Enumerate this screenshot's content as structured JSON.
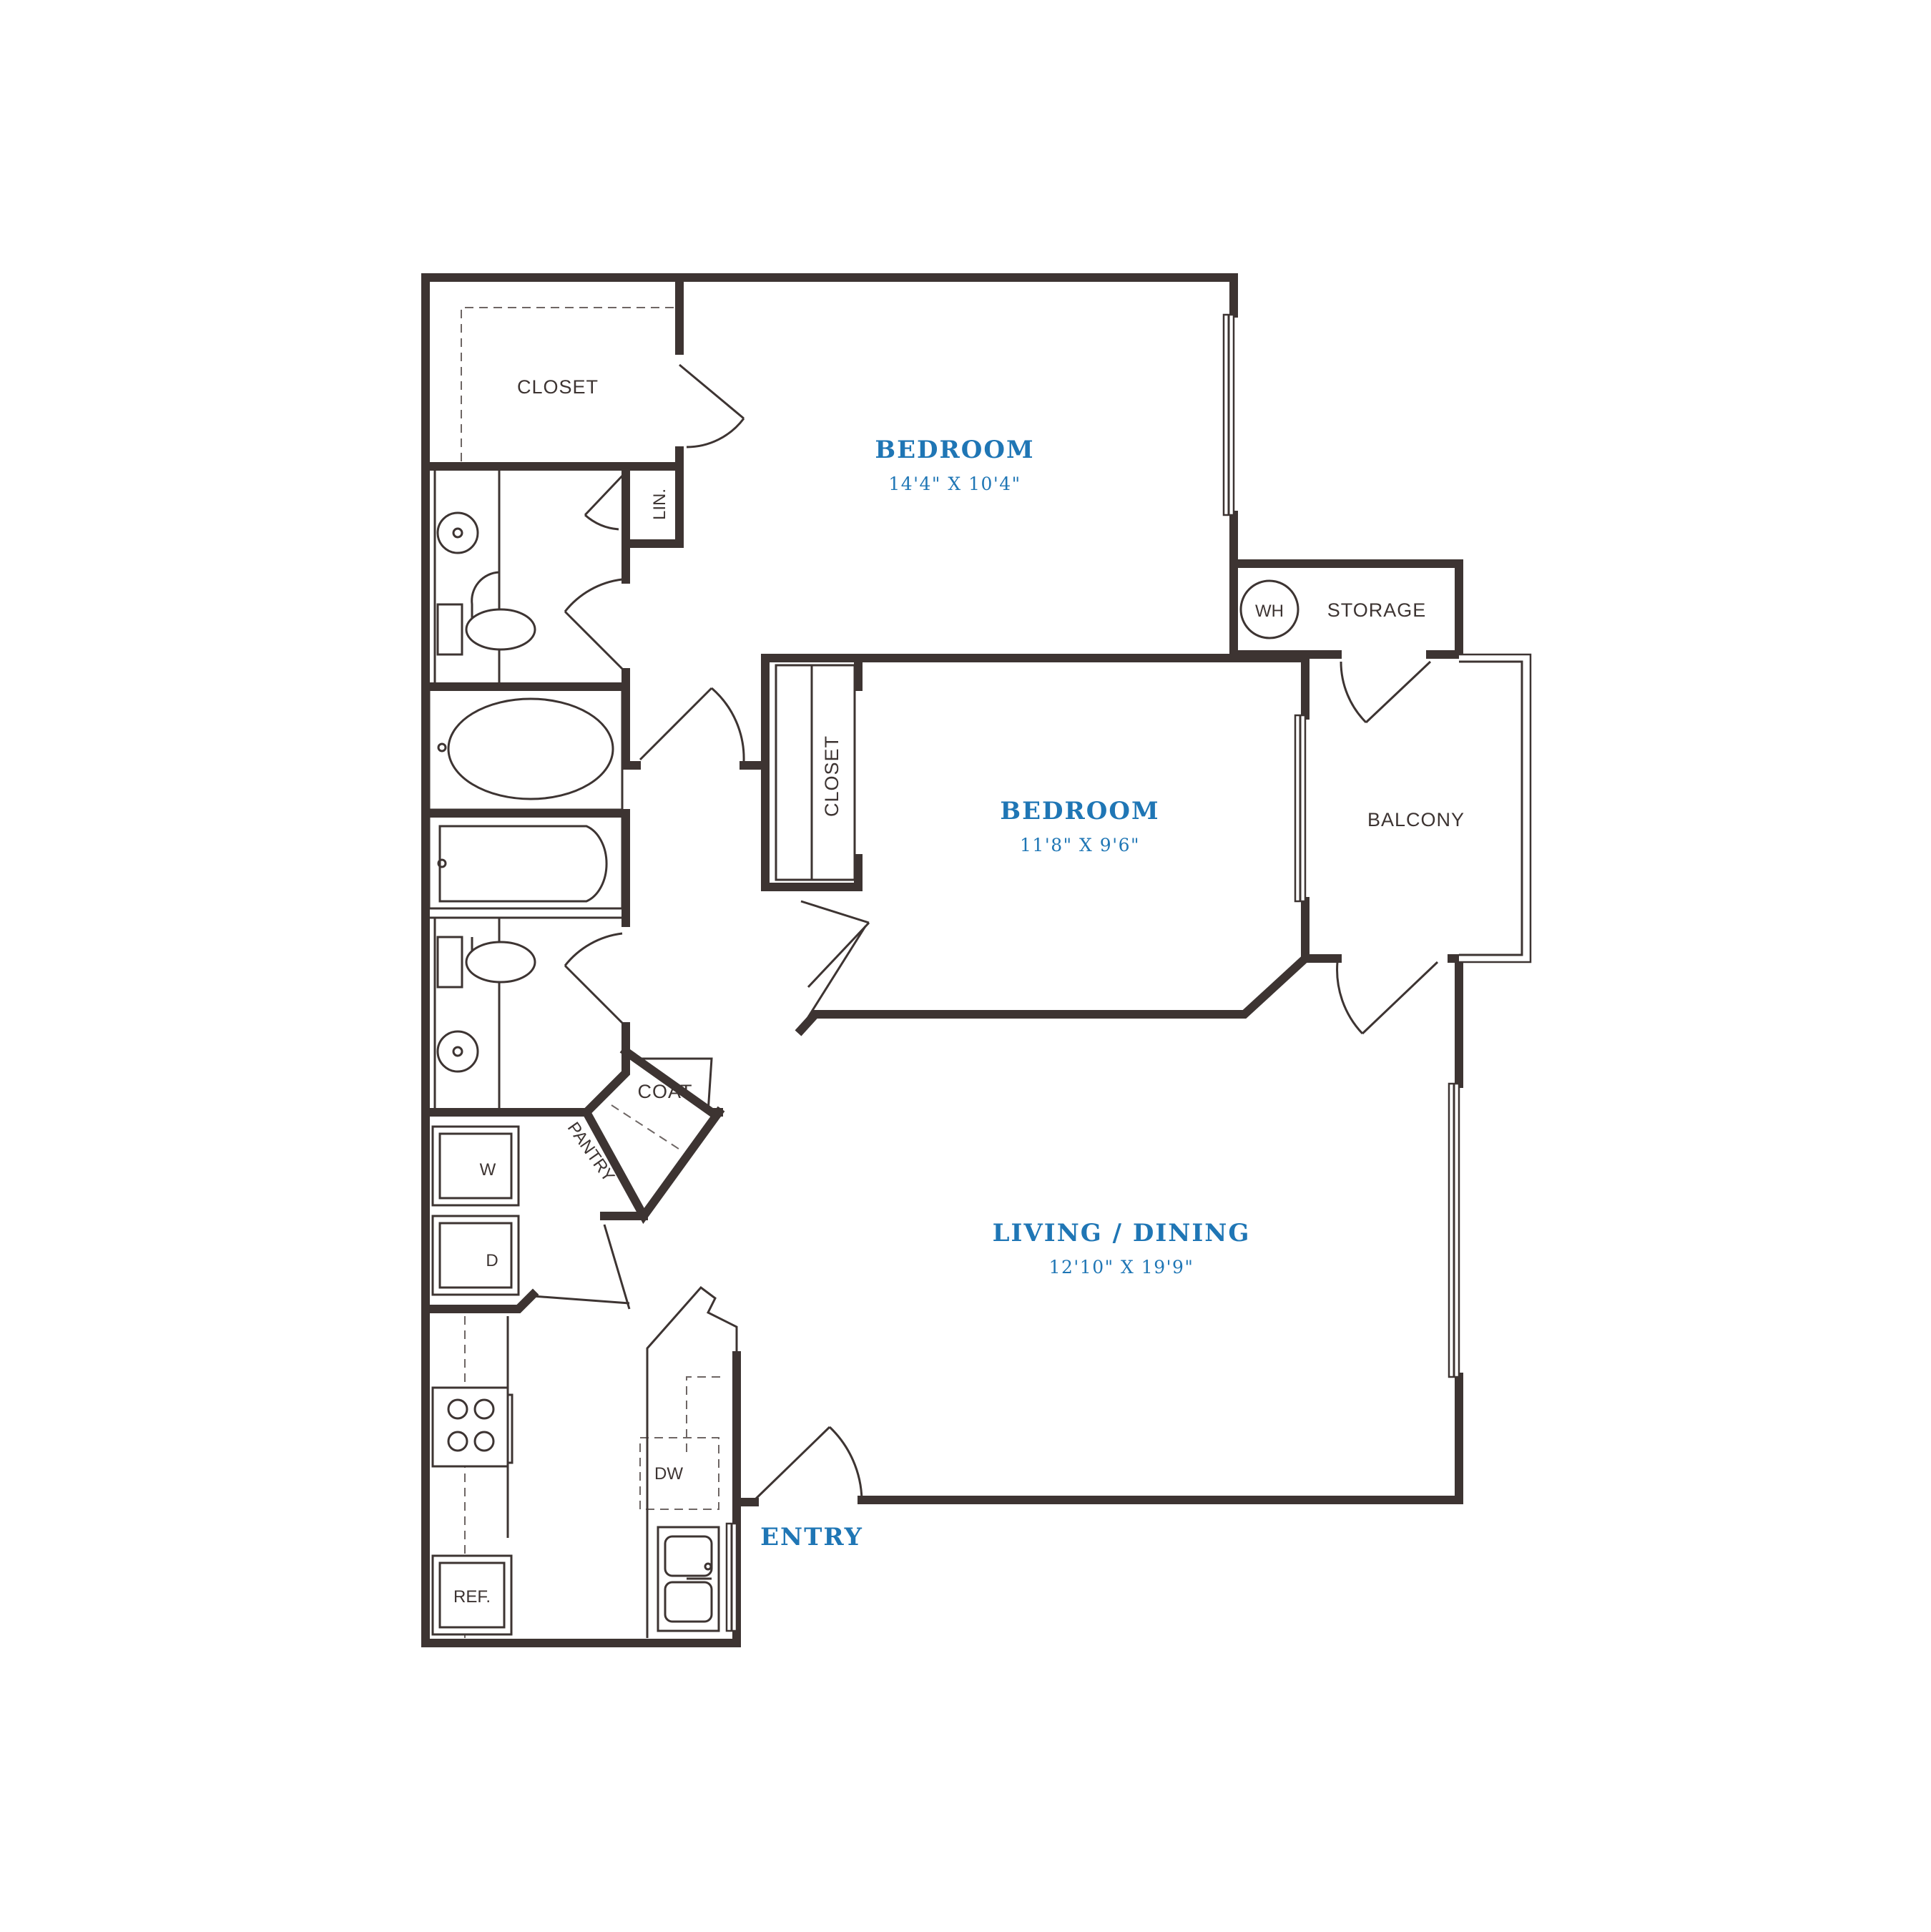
{
  "colors": {
    "wall": "#3d3432",
    "accent": "#1f76b5",
    "background": "#ffffff"
  },
  "rooms": {
    "bedroom1": {
      "name": "BEDROOM",
      "dims": "14'4\" X 10'4\""
    },
    "bedroom2": {
      "name": "BEDROOM",
      "dims": "11'8\" X 9'6\""
    },
    "living": {
      "name": "LIVING / DINING",
      "dims": "12'10\" X 19'9\""
    },
    "entry": {
      "name": "ENTRY"
    }
  },
  "labels": {
    "closet_main": "CLOSET",
    "closet_bed2": "CLOSET",
    "linen": "LIN.",
    "water_heater": "WH",
    "storage": "STORAGE",
    "balcony": "BALCONY",
    "coat": "COAT",
    "pantry": "PANTRY",
    "washer": "W",
    "dryer": "D",
    "dishwasher": "DW",
    "refrigerator": "REF."
  }
}
